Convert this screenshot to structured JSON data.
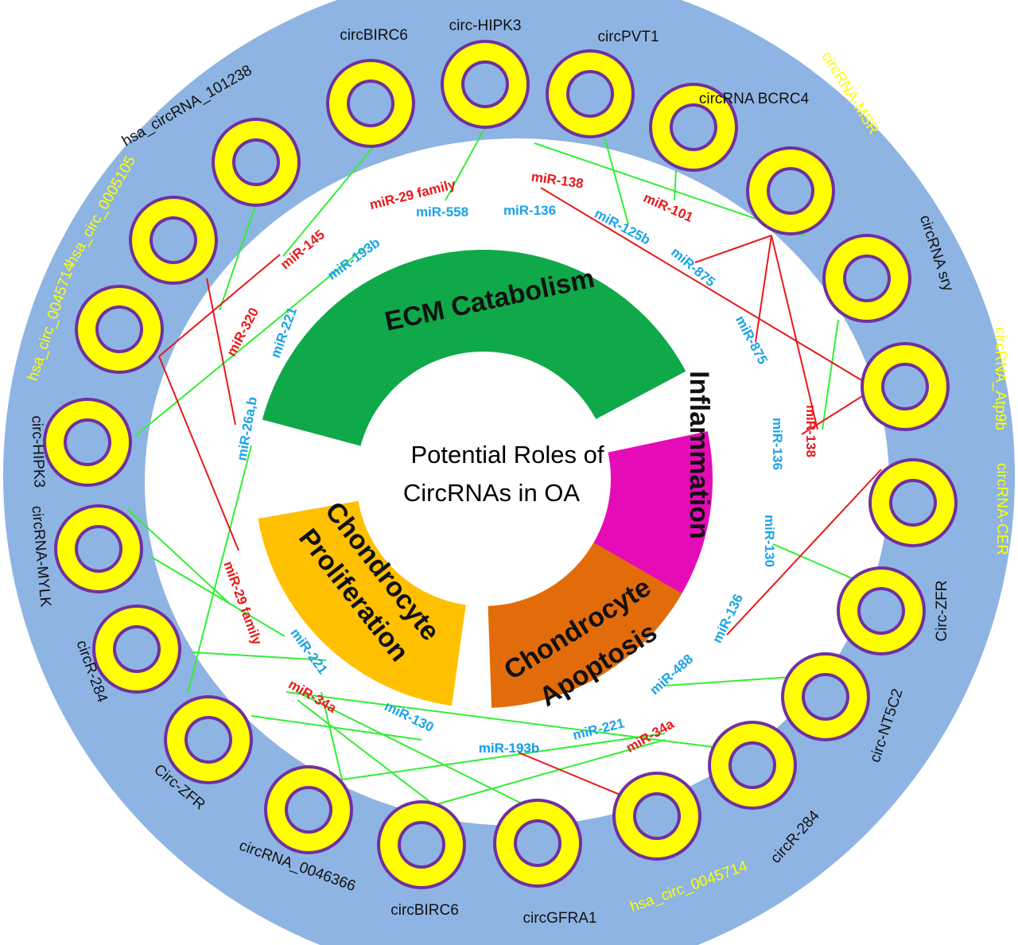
{
  "center_title": [
    "Potential Roles of",
    "CircRNAs in OA"
  ],
  "segments": [
    {
      "key": "ecm",
      "label": [
        "ECM Catabolism"
      ],
      "color": "#0fa94a"
    },
    {
      "key": "inflammation",
      "label": [
        "Inflammation"
      ],
      "color": "#e50bb6"
    },
    {
      "key": "apoptosis",
      "label": [
        "Chondrocyte",
        "Apoptosis"
      ],
      "color": "#e36c0a"
    },
    {
      "key": "proliferation",
      "label": [
        "Chondrocyte",
        "Proliferation"
      ],
      "color": "#ffc000"
    }
  ],
  "colors": {
    "outer_ring": "#8eb4e3",
    "ring_fill": "#ffff00",
    "ring_stroke": "#7030a0",
    "promote_line": "#33ee33",
    "inhibit_line": "#e8191b",
    "label_black": "#111111",
    "label_yellow": "#ffff00",
    "mir_blue": "#1aa3e8",
    "mir_red": "#e8191b"
  },
  "circrnas": [
    {
      "name": "circ-HIPK3",
      "color": "black"
    },
    {
      "name": "circPVT1",
      "color": "black"
    },
    {
      "name": "circRNA BCRC4",
      "color": "black"
    },
    {
      "name": "circRNA-MSR",
      "color": "yellow"
    },
    {
      "name": "circRNA sry",
      "color": "black"
    },
    {
      "name": "circRNA_Atp9b",
      "color": "yellow"
    },
    {
      "name": "circRNA-CER",
      "color": "yellow"
    },
    {
      "name": "Circ-ZFR",
      "color": "black"
    },
    {
      "name": "circ-NT5C2",
      "color": "black"
    },
    {
      "name": "circR-284",
      "color": "black"
    },
    {
      "name": "hsa_circ_0045714",
      "color": "yellow"
    },
    {
      "name": "circGFRA1",
      "color": "black"
    },
    {
      "name": "circBIRC6",
      "color": "black"
    },
    {
      "name": "circRNA_0046366",
      "color": "black"
    },
    {
      "name": "Circ-ZFR",
      "color": "black"
    },
    {
      "name": "circR-284",
      "color": "black"
    },
    {
      "name": "circRNA-MYLK",
      "color": "black"
    },
    {
      "name": "circ-HIPK3",
      "color": "black"
    },
    {
      "name": "hsa_circ_0045714",
      "color": "yellow"
    },
    {
      "name": "hsa_circ_0005105",
      "color": "yellow"
    },
    {
      "name": "hsa_circRNA_101238",
      "color": "black"
    },
    {
      "name": "circBIRC6",
      "color": "black"
    }
  ],
  "mirnas": [
    {
      "label": "miR-29 family",
      "color": "red"
    },
    {
      "label": "miR-558",
      "color": "blue"
    },
    {
      "label": "miR-136",
      "color": "blue"
    },
    {
      "label": "miR-138",
      "color": "red"
    },
    {
      "label": "miR-101",
      "color": "red"
    },
    {
      "label": "miR-125b",
      "color": "blue"
    },
    {
      "label": "miR-875",
      "color": "blue"
    },
    {
      "label": "miR-145",
      "color": "red"
    },
    {
      "label": "miR-193b",
      "color": "blue"
    },
    {
      "label": "miR-320",
      "color": "red"
    },
    {
      "label": "miR-221",
      "color": "blue"
    },
    {
      "label": "miR-26a,b",
      "color": "blue"
    },
    {
      "label": "miR-875",
      "color": "blue"
    },
    {
      "label": "miR-138",
      "color": "red"
    },
    {
      "label": "miR-136",
      "color": "blue"
    },
    {
      "label": "miR-130",
      "color": "blue"
    },
    {
      "label": "miR-136",
      "color": "blue"
    },
    {
      "label": "miR-488",
      "color": "blue"
    },
    {
      "label": "miR-193b",
      "color": "blue"
    },
    {
      "label": "miR-29 family",
      "color": "red"
    },
    {
      "label": "miR-221",
      "color": "blue"
    },
    {
      "label": "miR-34a",
      "color": "red"
    },
    {
      "label": "miR-130",
      "color": "blue"
    },
    {
      "label": "miR-193b",
      "color": "blue"
    },
    {
      "label": "miR-221",
      "color": "blue"
    },
    {
      "label": "miR-34a",
      "color": "red"
    }
  ]
}
